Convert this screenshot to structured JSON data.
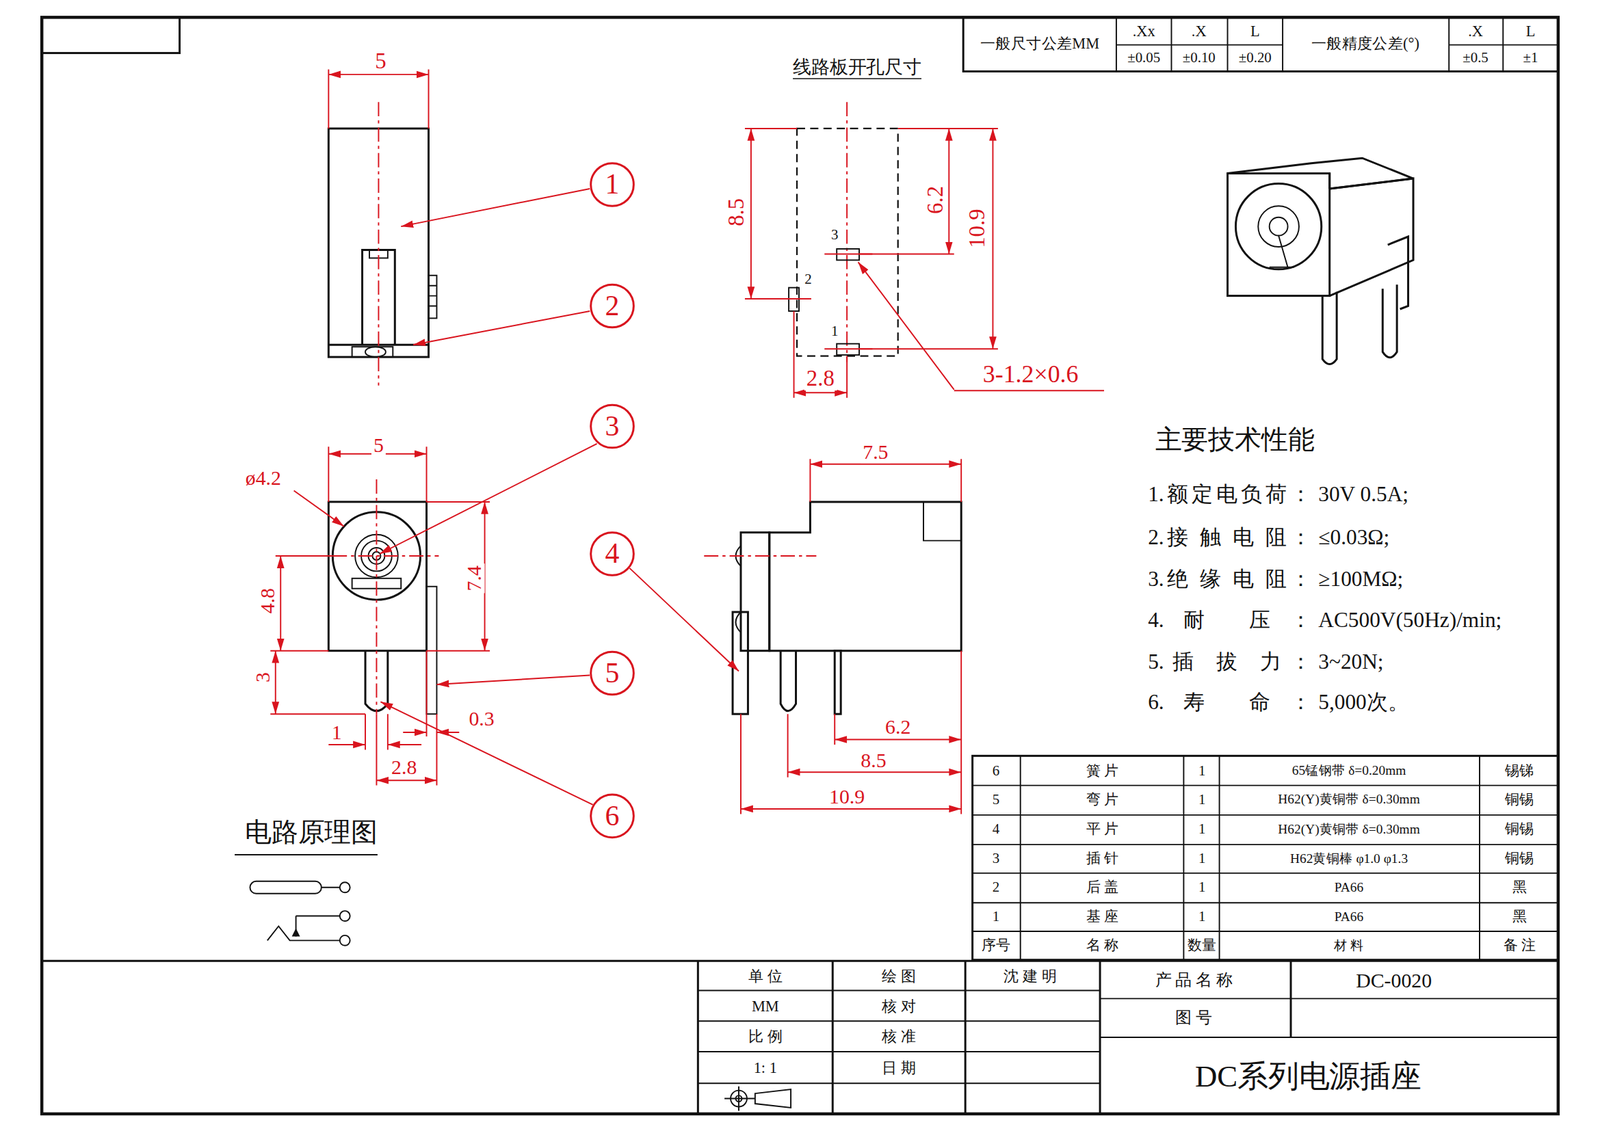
{
  "diagram": {
    "title": "DC系列电源插座",
    "nodes": [
      {
        "text": [
          "1"
        ]
      },
      {
        "text": [
          "2"
        ]
      },
      {
        "text": [
          "3"
        ]
      },
      {
        "text": [
          "4"
        ]
      },
      {
        "text": [
          "5"
        ]
      },
      {
        "text": [
          "6"
        ]
      }
    ],
    "labels": [
      "一般尺寸公差MM",
      ".Xx",
      ".X",
      "L",
      "±0.05",
      "±0.10",
      "±0.20",
      "一般精度公差(°)",
      ".X",
      "L",
      "±0.5",
      "±1",
      "线路板开孔尺寸",
      "5",
      "8.5",
      "6.2",
      "10.9",
      "3",
      "2",
      "1",
      "2.8",
      "3-1.2×0.6",
      "ø4.2",
      "5",
      "4.8",
      "7.4",
      "3",
      "1",
      "0.3",
      "2.8",
      "7.5",
      "6.2",
      "8.5",
      "10.9",
      "主要技术性能",
      "1.额定电负荷：",
      "30V 0.5A;",
      "2.接 触 电 阻：",
      "≤0.03Ω;",
      "3.绝 缘 电 阻：",
      "≥100MΩ;",
      "4.耐 压：",
      "AC500V(50Hz)/min;",
      "5.插 拔 力：",
      "3~20N;",
      "6.寿 命：",
      "5,000次。",
      "电路原理图",
      "6",
      "簧 片",
      "1",
      "65锰钢带 δ=0.20mm",
      "锡锑",
      "5",
      "弯 片",
      "1",
      "H62(Y)黄铜带 δ=0.30mm",
      "铜锡",
      "4",
      "平 片",
      "1",
      "H62(Y)黄铜带 δ=0.30mm",
      "铜锡",
      "3",
      "插 针",
      "1",
      "H62黄铜棒 φ1.0 φ1.3",
      "铜锡",
      "2",
      "后 盖",
      "1",
      "PA66",
      "黑",
      "1",
      "基 座",
      "1",
      "PA66",
      "黑",
      "序号",
      "名 称",
      "数量",
      "材 料",
      "备 注",
      "单 位",
      "绘 图",
      "沈 建 明",
      "产 品 名 称",
      "DC-0020",
      "MM",
      "核 对",
      "图 号",
      "比 例",
      "核 准",
      "1: 1",
      "日 期"
    ]
  }
}
